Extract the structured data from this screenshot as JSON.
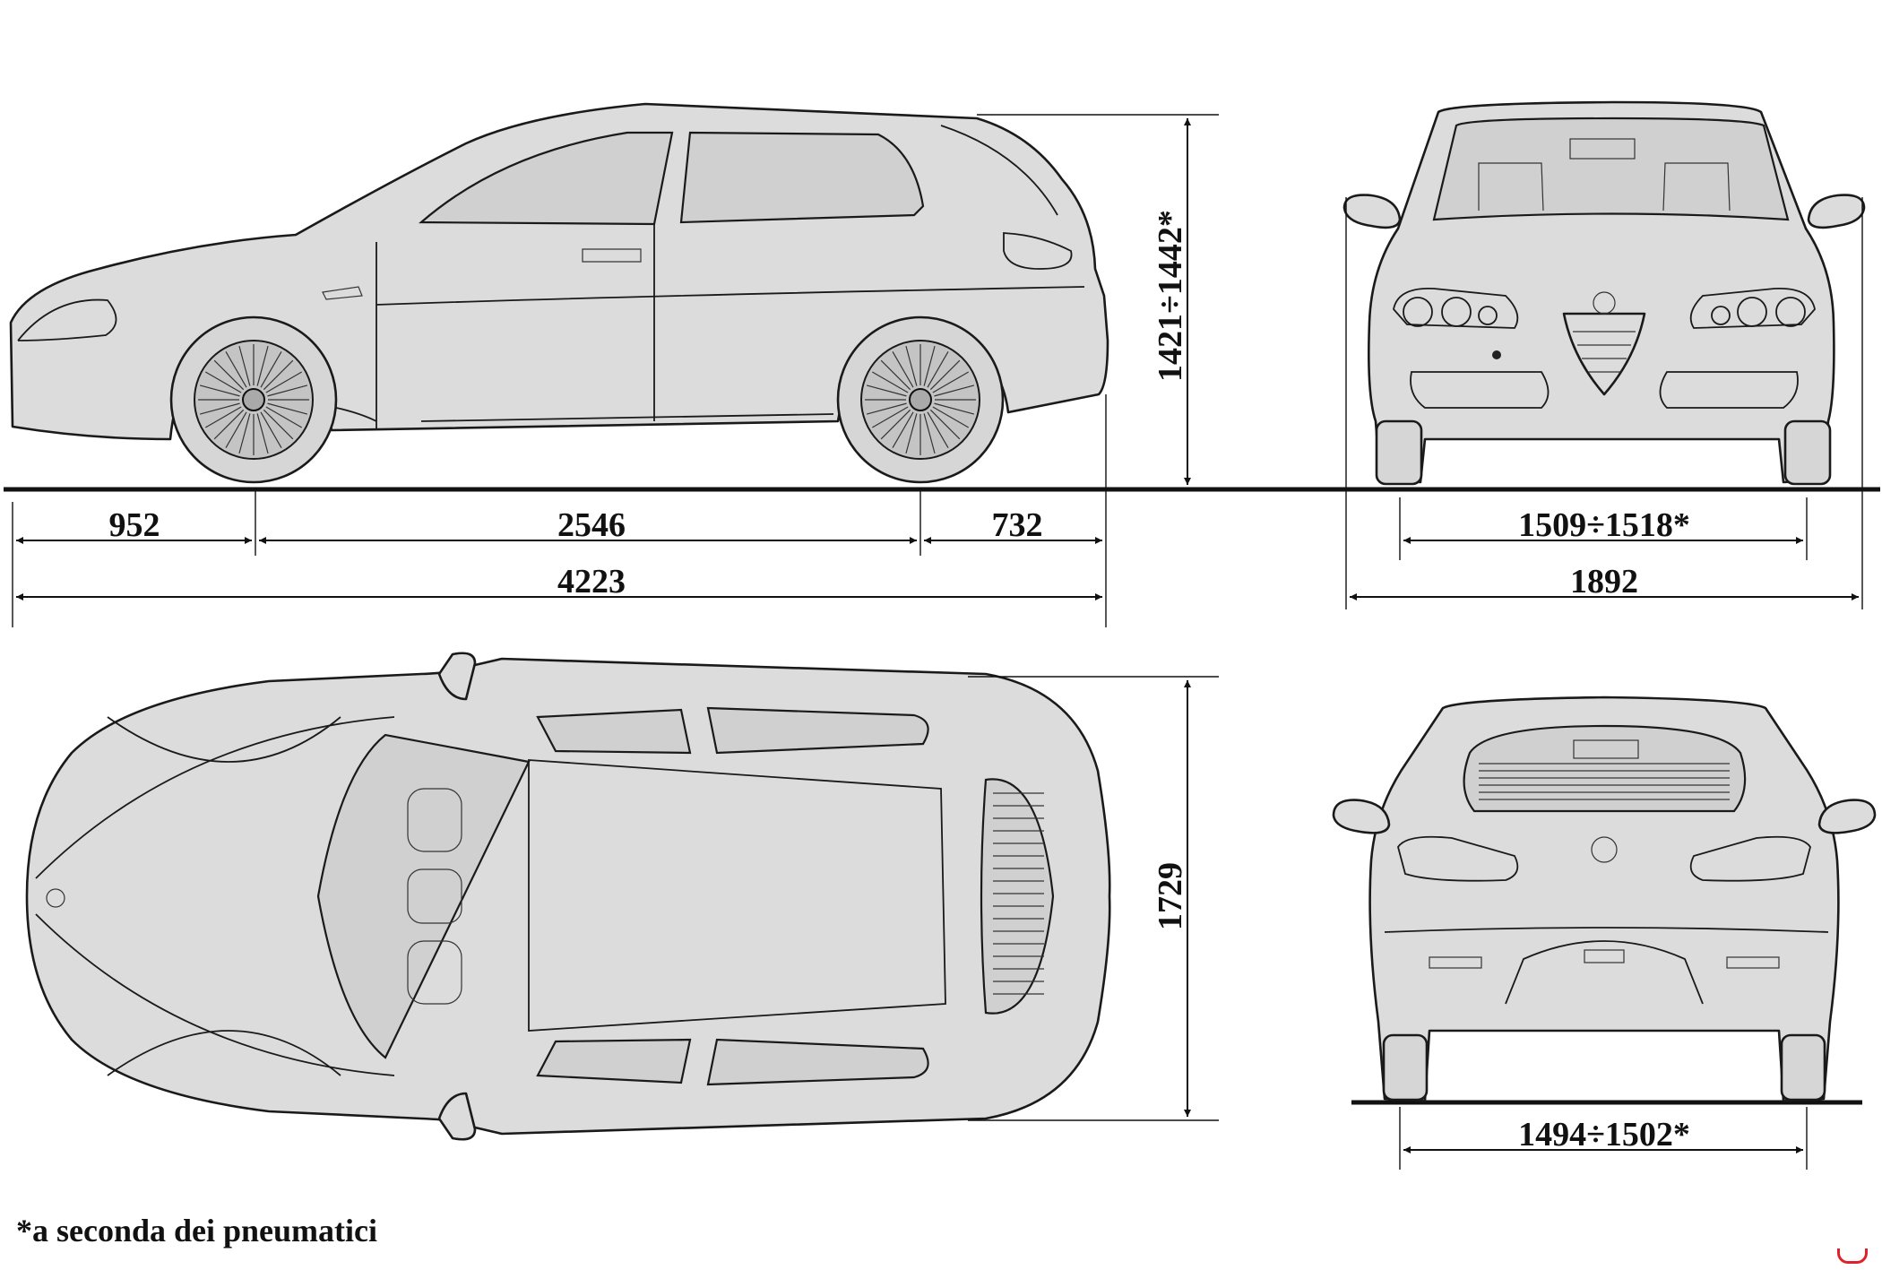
{
  "dimensions": {
    "front_overhang": "952",
    "wheelbase": "2546",
    "rear_overhang": "732",
    "length": "4223",
    "height": "1421÷1442*",
    "front_track": "1509÷1518*",
    "width": "1892",
    "body_width": "1729",
    "rear_track": "1494÷1502*"
  },
  "footnote": "*a seconda dei pneumatici"
}
